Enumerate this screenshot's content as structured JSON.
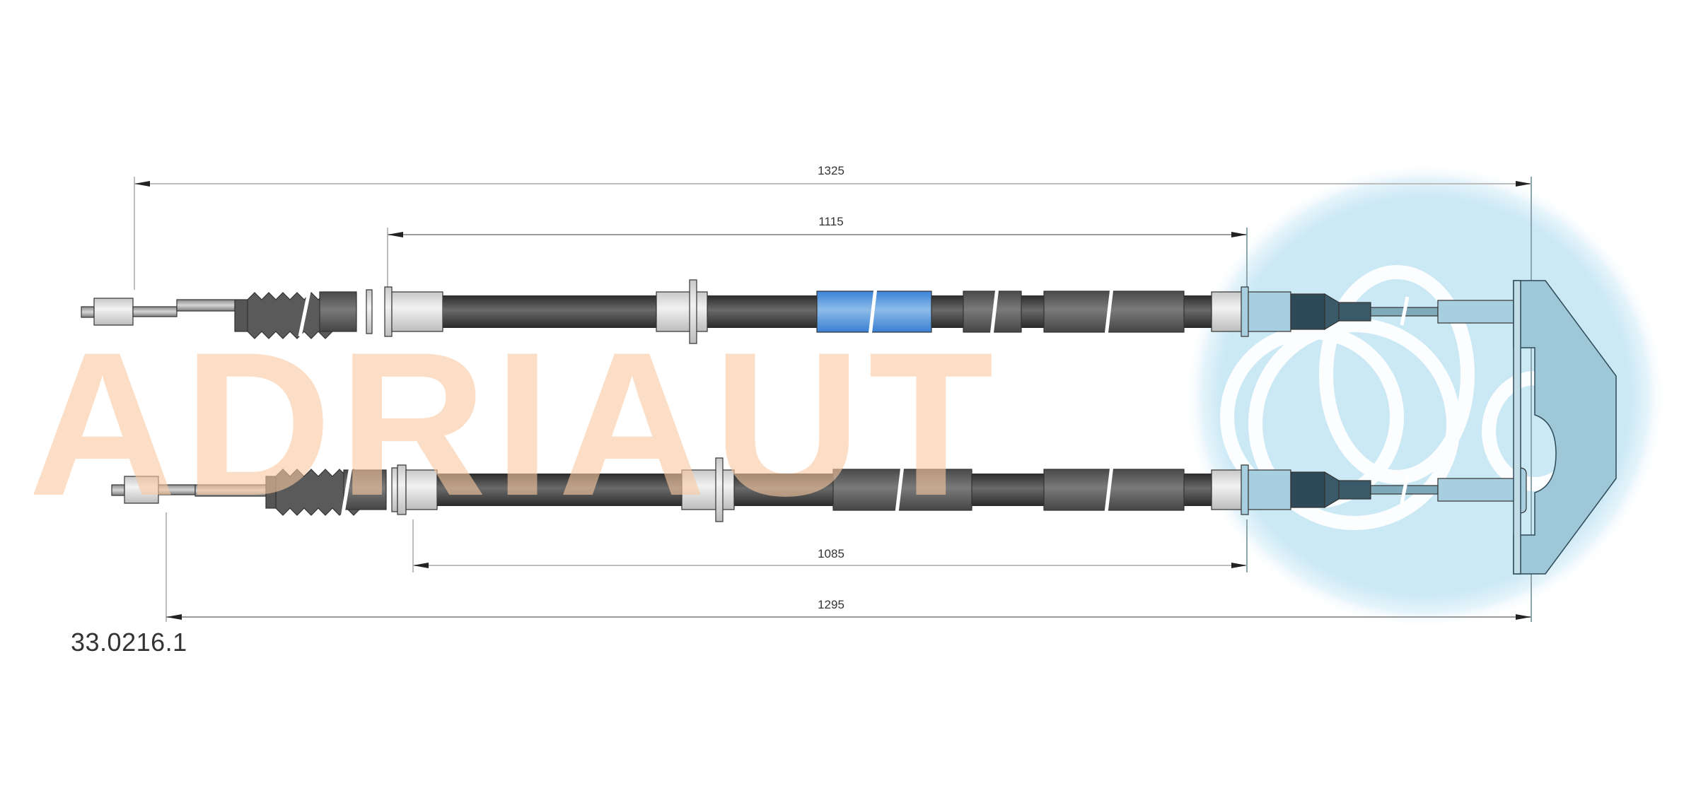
{
  "document": {
    "part_number": "33.0216.1",
    "watermark_text": "ADRIAUT"
  },
  "dimensions": {
    "upper_overall": {
      "label": "1325",
      "value_mm": 1325
    },
    "upper_sheath": {
      "label": "1115",
      "value_mm": 1115
    },
    "lower_sheath": {
      "label": "1085",
      "value_mm": 1085
    },
    "lower_overall": {
      "label": "1295",
      "value_mm": 1295
    }
  },
  "colors": {
    "sheath_dark": "#4a4a4a",
    "marker_blue": "#4a90d9",
    "fitting_light": "#dcdcdc",
    "watermark_orange": "#fbd9bd",
    "logo_circle": "#cbe9f5",
    "bracket": "#9ec7d8",
    "dimension_line": "#bdbdbd",
    "arrow": "#222222"
  },
  "cables": [
    {
      "name": "upper-cable",
      "components": [
        "end-nipple",
        "inner-wire",
        "rubber-boot",
        "ferrule",
        "outer-sheath",
        "mounting-grommet",
        "blue-marker-sleeve",
        "sleeve",
        "sleeve",
        "ferrule",
        "crimp-end",
        "inner-wire",
        "eye-end"
      ]
    },
    {
      "name": "lower-cable",
      "components": [
        "end-nipple",
        "inner-wire",
        "rubber-boot",
        "ferrule",
        "outer-sheath",
        "mounting-grommet",
        "sleeve",
        "sleeve",
        "ferrule",
        "crimp-end",
        "inner-wire",
        "eye-end"
      ]
    }
  ],
  "bracket": {
    "name": "equaliser-bracket"
  }
}
